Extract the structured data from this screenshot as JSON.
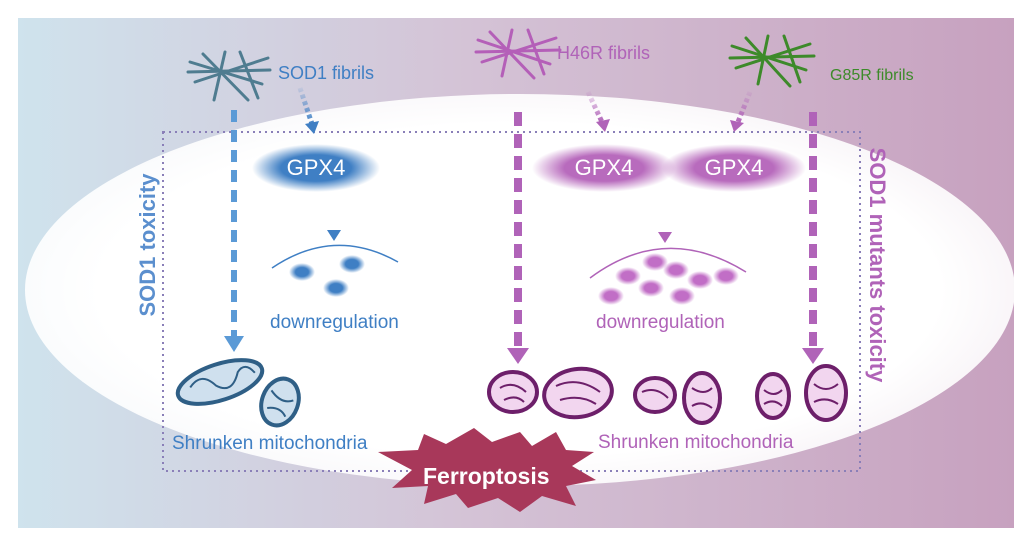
{
  "fibrils": {
    "sod1": "SOD1 fibrils",
    "h46r": "H46R fibrils",
    "g85r": "G85R fibrils"
  },
  "gpx4": {
    "left": "GPX4",
    "middle": "GPX4",
    "right": "GPX4"
  },
  "downregulation": {
    "left": "downregulation",
    "right": "downregulation"
  },
  "mitochondria": {
    "left": "Shrunken mitochondria",
    "right": "Shrunken mitochondria"
  },
  "side_labels": {
    "left": "SOD1 toxicity",
    "right": "SOD1 mutants toxicity"
  },
  "ferroptosis": "Ferroptosis",
  "colors": {
    "blue": "#3f7fc4",
    "magenta": "#b063b8",
    "green": "#3d8a2a",
    "ferroptosis": "#a83a5c",
    "bg_left": "#cfe2ec",
    "bg_right": "#c9a6c2"
  }
}
